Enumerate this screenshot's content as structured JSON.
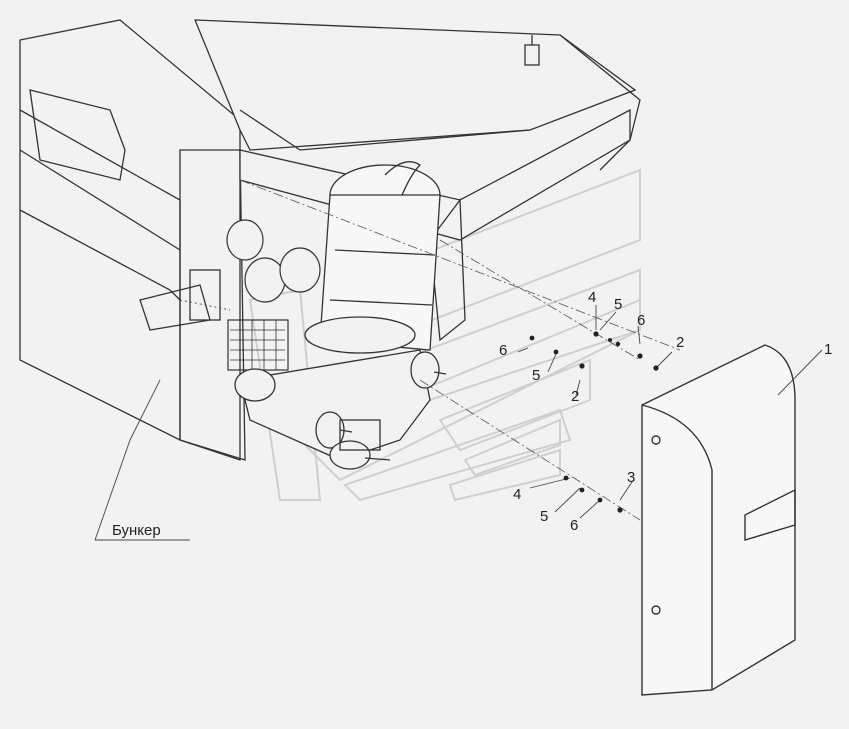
{
  "callouts": {
    "c1": "1",
    "c2a": "2",
    "c2b": "2",
    "c3": "3",
    "c4a": "4",
    "c4b": "4",
    "c5a": "5",
    "c5b": "5",
    "c5c": "5",
    "c6a": "6",
    "c6b": "6",
    "c6c": "6"
  },
  "labels": {
    "bunker": "Бункер"
  }
}
